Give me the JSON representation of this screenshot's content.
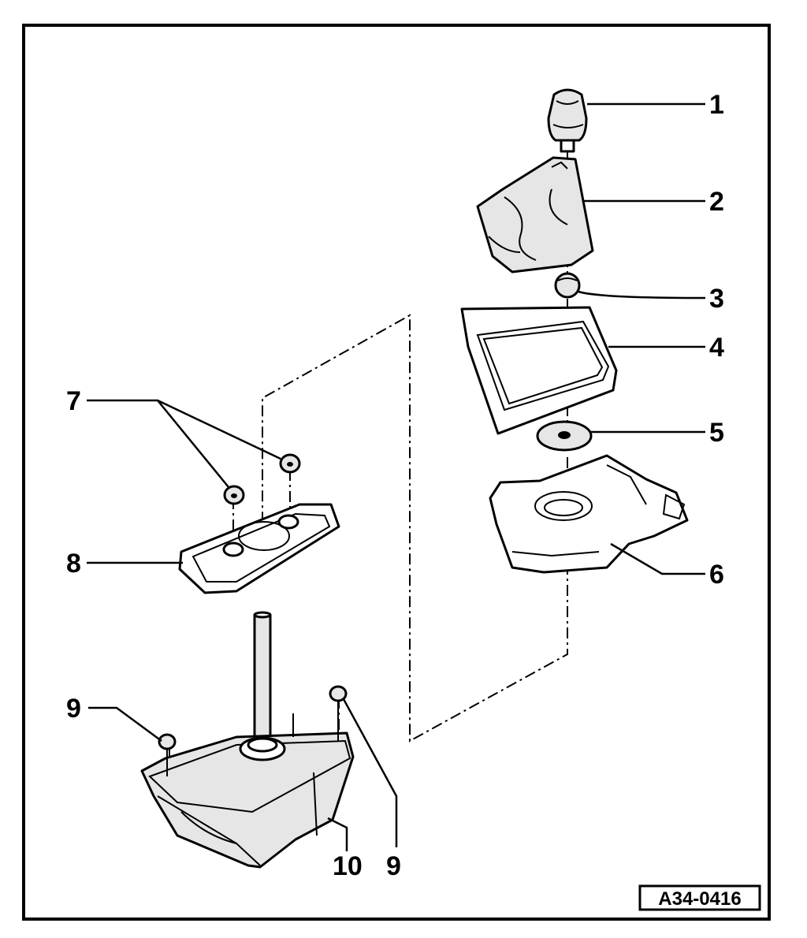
{
  "callouts": {
    "c1": "1",
    "c2": "2",
    "c3": "3",
    "c4": "4",
    "c5": "5",
    "c6": "6",
    "c7": "7",
    "c8": "8",
    "c9a": "9",
    "c9b": "9",
    "c10": "10"
  },
  "reference": "A34-0416",
  "colors": {
    "ink": "#000000",
    "paper": "#ffffff"
  }
}
